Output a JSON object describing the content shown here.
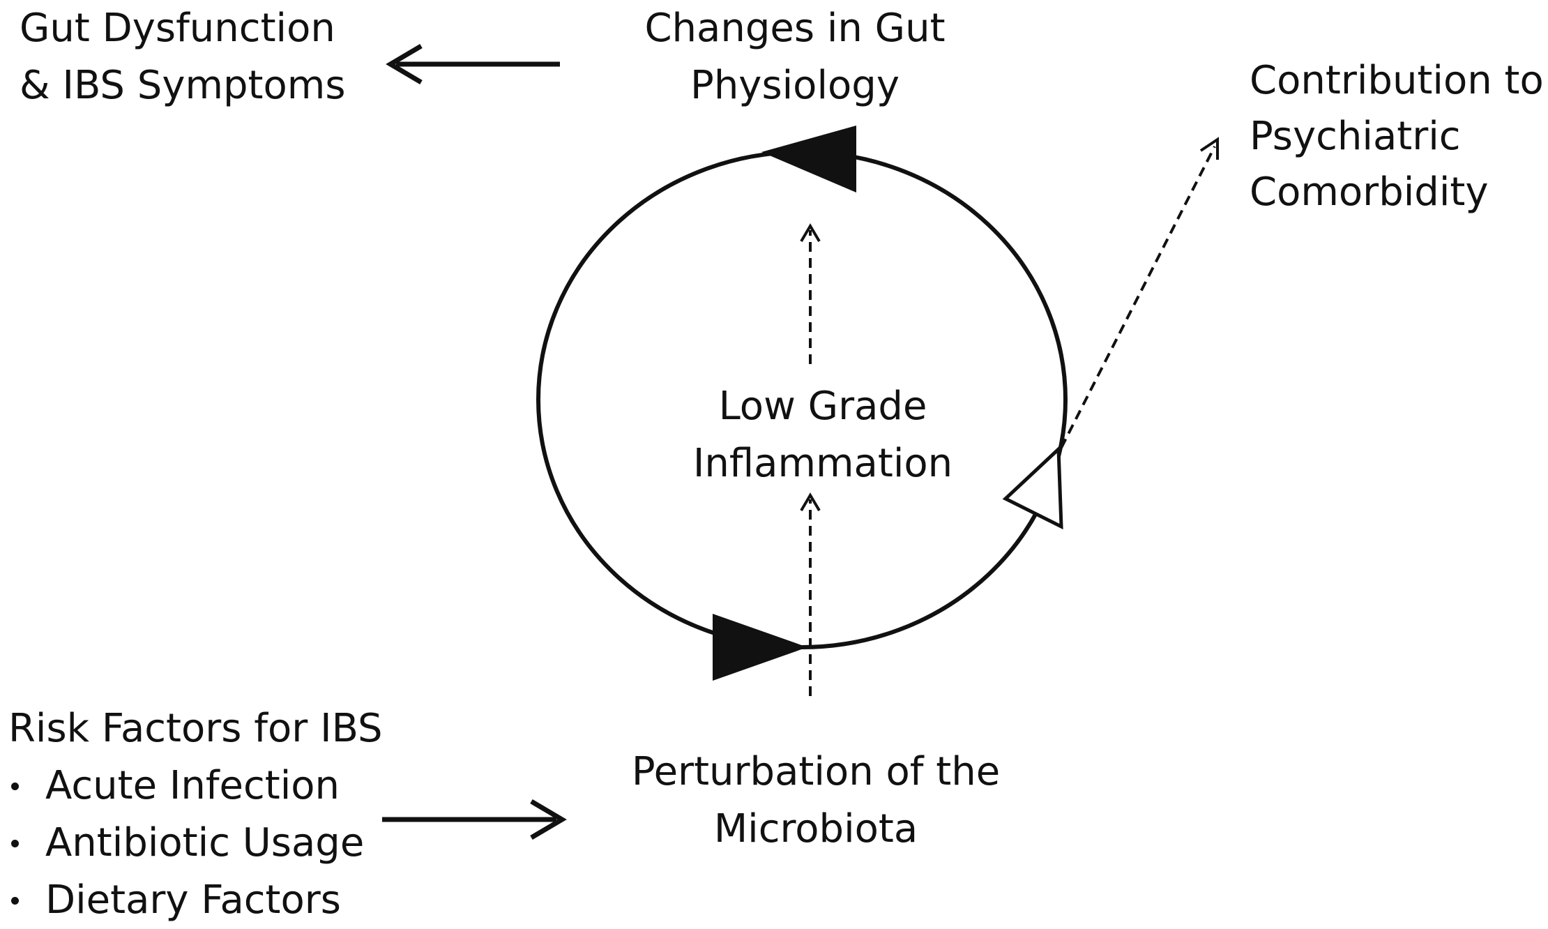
{
  "labels": {
    "gut_dysfunction": [
      "Gut Dysfunction",
      "& IBS Symptoms"
    ],
    "gut_physiology": [
      "Changes in Gut",
      "Physiology"
    ],
    "psychiatric": [
      "Contribution to",
      "Psychiatric",
      "Comorbidity"
    ],
    "inflammation": [
      "Low Grade",
      "Inflammation"
    ],
    "perturbation": [
      "Perturbation of the",
      "Microbiota"
    ],
    "risk_factors": {
      "title": "Risk Factors for IBS",
      "items": [
        "Acute Infection",
        "Antibiotic Usage",
        "Dietary Factors"
      ]
    }
  },
  "colors": {
    "ink": "#111111",
    "background": "#ffffff"
  }
}
